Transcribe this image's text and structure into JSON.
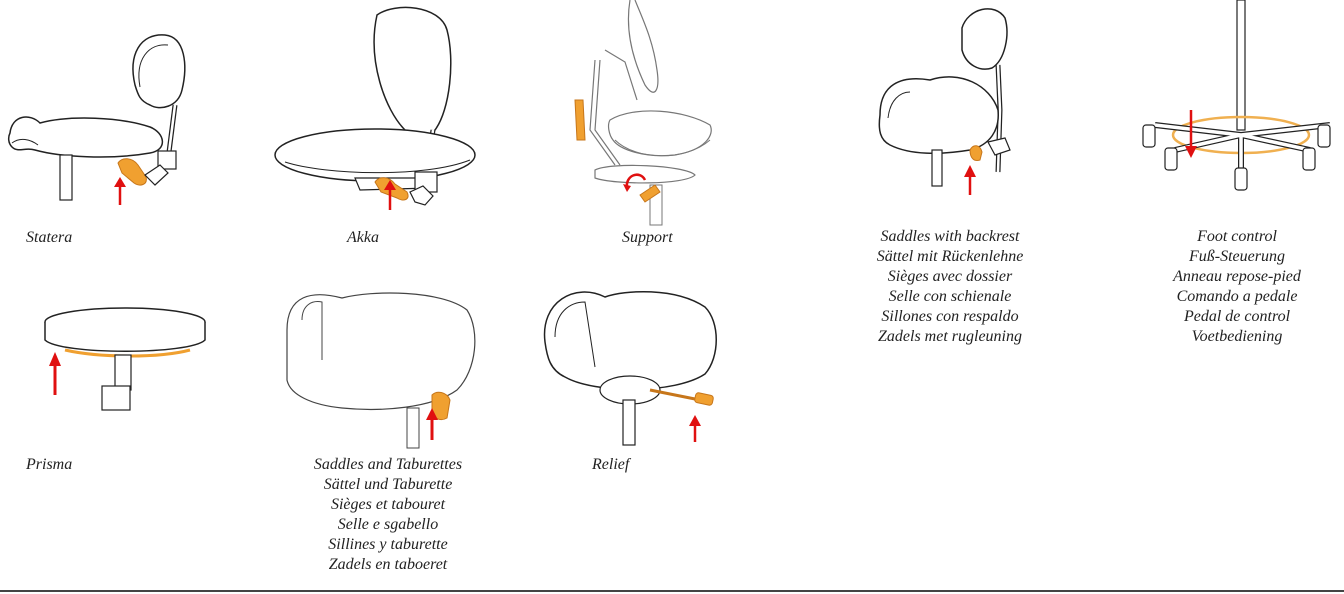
{
  "colors": {
    "lever": "#f0a030",
    "lever_dark": "#c7761a",
    "arrow": "#e01010",
    "outline": "#222222",
    "ring": "#f0b050"
  },
  "captions": {
    "statera": "Statera",
    "akka": "Akka",
    "support": "Support",
    "prisma": "Prisma",
    "relief": "Relief",
    "saddles_backrest": [
      "Saddles with backrest",
      "Sättel mit Rückenlehne",
      "Sièges avec dossier",
      "Selle con schienale",
      "Sillones con respaldo",
      "Zadels met rugleuning"
    ],
    "foot_control": [
      "Foot control",
      "Fuß-Steuerung",
      "Anneau repose-pied",
      "Comando a pedale",
      "Pedal de control",
      "Voetbediening"
    ],
    "saddles_taburettes": [
      "Saddles and Taburettes",
      "Sättel und Taburette",
      "Sièges et tabouret",
      "Selle e sgabello",
      "Sillines y taburette",
      "Zadels en taboeret"
    ]
  },
  "icons": {
    "up_arrow": "up-arrow-icon",
    "down_arrow": "down-arrow-icon",
    "rotate_arrow": "rotate-arrow-icon"
  }
}
